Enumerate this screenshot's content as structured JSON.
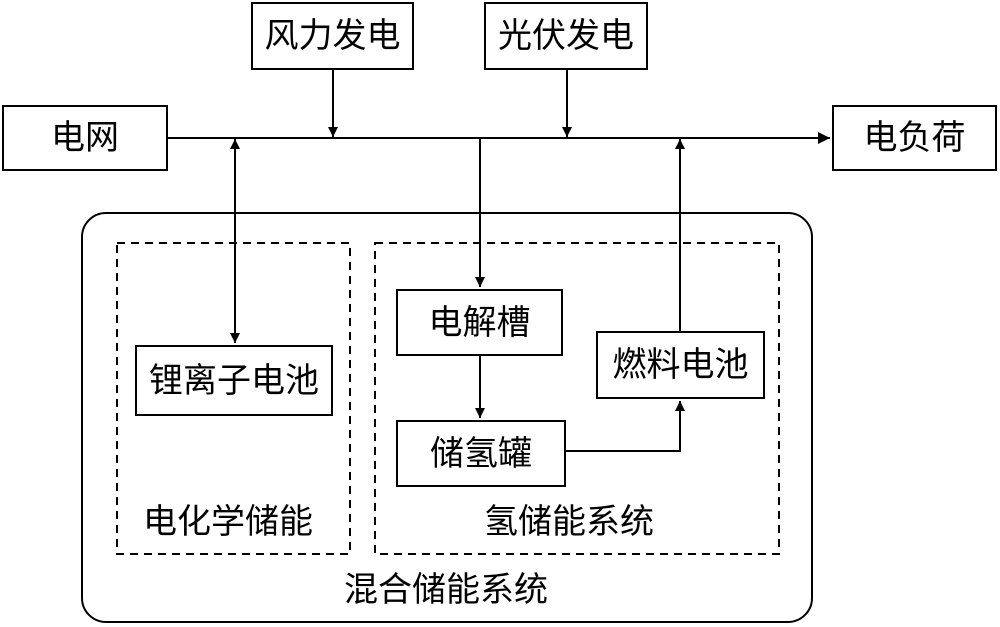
{
  "nodes": {
    "wind": "风力发电",
    "pv": "光伏发电",
    "grid": "电网",
    "load": "电负荷",
    "electrolyzer": "电解槽",
    "fuel_cell": "燃料电池",
    "li_battery": "锂离子电池",
    "h2_tank": "储氢罐"
  },
  "groups": {
    "electrochemical": "电化学储能",
    "hydrogen": "氢储能系统",
    "hybrid": "混合储能系统"
  }
}
